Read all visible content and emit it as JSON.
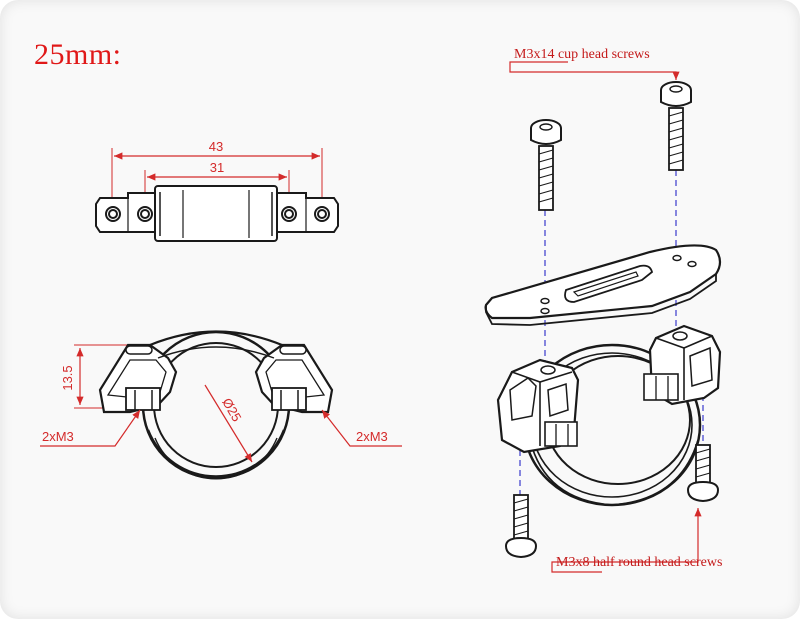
{
  "title": "25mm:",
  "top_view": {
    "overall_width": "43",
    "hole_spacing": "31"
  },
  "front_view": {
    "height": "13.5",
    "diameter": "Ø25",
    "left_thread": "2xM3",
    "right_thread": "2xM3"
  },
  "exploded_view": {
    "top_screws_label": "M3x14 cup head screws",
    "bottom_screws_label": "M3x8 half round head screws"
  },
  "colors": {
    "title": "#e01818",
    "dimension": "#d42b2b",
    "outline": "#1a1a1a"
  }
}
